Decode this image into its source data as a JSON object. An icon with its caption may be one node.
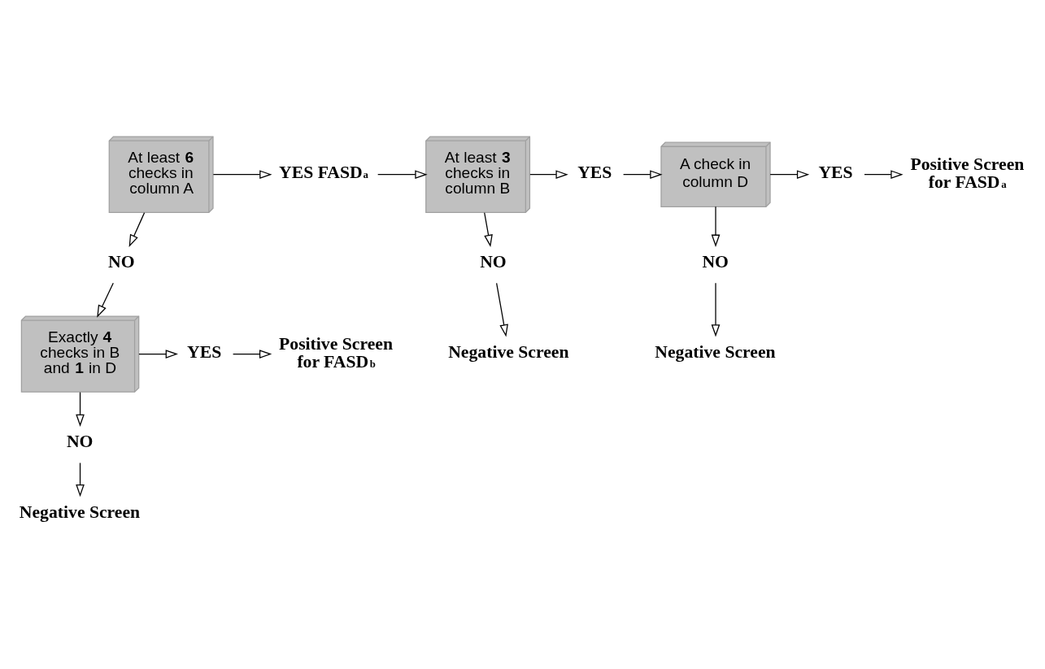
{
  "diagram": {
    "nodes": [
      {
        "text": [
          "At least **6** checks in column A"
        ]
      },
      {
        "text": [
          "YES FASD$^{a}$"
        ]
      },
      {
        "text": [
          "At least **3** checks in column B"
        ]
      },
      {
        "text": [
          "YES"
        ]
      },
      {
        "text": [
          "A check in column D"
        ]
      },
      {
        "text": [
          "YES"
        ]
      },
      {
        "text": [
          "Positive Screen for FASD$^{a}$"
        ]
      },
      {
        "text": [
          "NO"
        ]
      },
      {
        "text": [
          "NO"
        ]
      },
      {
        "text": [
          "Negative Screen"
        ]
      },
      {
        "text": [
          "NO"
        ]
      },
      {
        "text": [
          "Negative Screen"
        ]
      },
      {
        "text": [
          "Exactly **4** checks in B and **1** in D"
        ]
      },
      {
        "text": [
          "YES"
        ]
      },
      {
        "text": [
          "Positive Screen for FASD$^{b}$"
        ]
      },
      {
        "text": [
          "NO"
        ]
      },
      {
        "text": [
          "Negative Screen"
        ]
      }
    ],
    "edges": [
      {
        "from": 0,
        "to": 1,
        "arrow": "to"
      },
      {
        "from": 1,
        "to": 2,
        "arrow": "to"
      },
      {
        "from": 2,
        "to": 3,
        "arrow": "to"
      },
      {
        "from": 3,
        "to": 4,
        "arrow": "to"
      },
      {
        "from": 4,
        "to": 5,
        "arrow": "to"
      },
      {
        "from": 5,
        "to": 6,
        "arrow": "to"
      },
      {
        "from": 0,
        "to": 7,
        "arrow": "to"
      },
      {
        "from": 7,
        "to": 12,
        "arrow": "to"
      },
      {
        "from": 2,
        "to": 8,
        "arrow": "to"
      },
      {
        "from": 8,
        "to": 9,
        "arrow": "to"
      },
      {
        "from": 4,
        "to": 10,
        "arrow": "to"
      },
      {
        "from": 10,
        "to": 11,
        "arrow": "to"
      },
      {
        "from": 12,
        "to": 13,
        "arrow": "to"
      },
      {
        "from": 13,
        "to": 14,
        "arrow": "to"
      },
      {
        "from": 12,
        "to": 15,
        "arrow": "to"
      },
      {
        "from": 15,
        "to": 16,
        "arrow": "to"
      }
    ]
  }
}
